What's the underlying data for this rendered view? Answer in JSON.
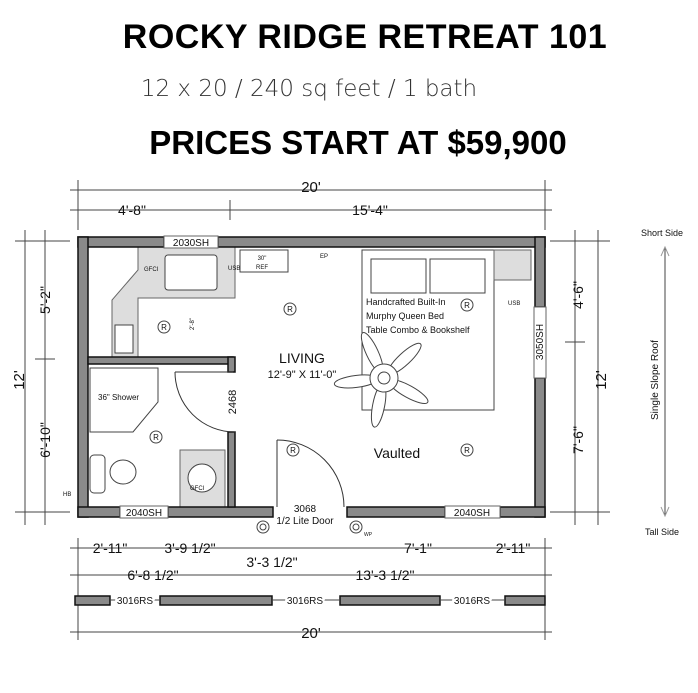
{
  "header": {
    "title": "ROCKY RIDGE RETREAT 101",
    "subtitle": "12 x 20 / 240 sq feet / 1 bath",
    "price": "PRICES START AT $59,900"
  },
  "dimensions": {
    "top_overall": "20'",
    "top_left": "4'-8\"",
    "top_right": "15'-4\"",
    "left_overall": "12'",
    "left_upper": "5'-2\"",
    "left_lower": "6'-10\"",
    "right_upper": "4'-6\"",
    "right_lower": "7'-6\"",
    "right_overall": "12'",
    "bottom_1": "2'-11\"",
    "bottom_2": "3'-9 1/2\"",
    "bottom_3": "3'-3 1/2\"",
    "bottom_4": "7'-1\"",
    "bottom_5": "2'-11\"",
    "bottom_left": "6'-8 1/2\"",
    "bottom_right": "13'-3 1/2\"",
    "bottom_overall": "20'"
  },
  "roof": {
    "short_side": "Short Side",
    "label": "Single Slope Roof",
    "tall_side": "Tall Side"
  },
  "rooms": {
    "living": "LIVING",
    "living_size": "12'-9\" X 11'-0\"",
    "vaulted": "Vaulted",
    "shower": "36\" Shower",
    "bed_line1": "Handcrafted Built-In",
    "bed_line2": "Murphy Queen Bed",
    "bed_line3": "Table Combo & Bookshelf",
    "ref_size": "30\"",
    "ref": "REF",
    "closet_dim": "2'-8\""
  },
  "openings": {
    "window_top": "2030SH",
    "window_right": "3050SH",
    "window_bottom_left": "2040SH",
    "window_bottom_right": "2040SH",
    "interior_door": "2468",
    "entry_door": "3068",
    "entry_door_type": "1/2 Lite Door",
    "rear_windows": [
      "3016RS",
      "3016RS",
      "3016RS"
    ]
  },
  "fixtures": {
    "gfci_1": "GFCI",
    "gfci_2": "GFCI",
    "usb_1": "USB",
    "usb_2": "USB",
    "ep": "EP",
    "hb": "HB",
    "wp": "WP",
    "recessed": "R"
  }
}
